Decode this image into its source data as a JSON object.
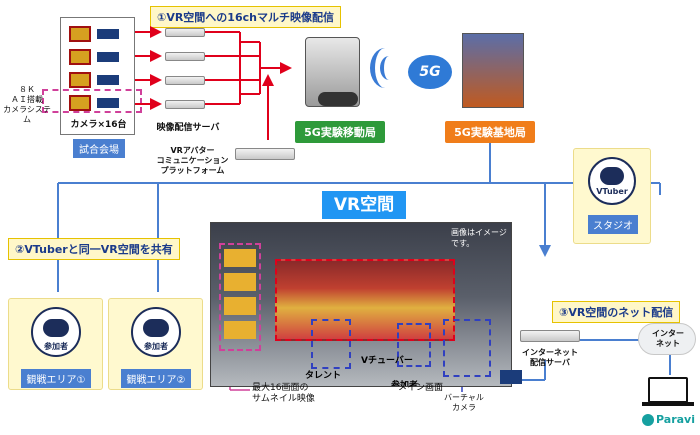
{
  "title_top": "①VR空間への16chマルチ映像配信",
  "camera_label": "カメラ×16台",
  "camera_side": [
    "８Ｋ",
    "ＡＩ搭載",
    "カメラシステム"
  ],
  "server_label": "映像配信サーバ",
  "venue_label": "試合会場",
  "platform_label": [
    "VRアバター",
    "コミュニケーション",
    "プラットフォーム"
  ],
  "mobile_label": "5G実験移動局",
  "base_label": "5G実験基地局",
  "fiveg": "5G",
  "vtuber_text": "VTuber",
  "studio_label": "スタジオ",
  "vr_title": "VR空間",
  "share_title": "②VTuberと同一VR空間を共有",
  "participant_label": "参加者",
  "area1": "観戦エリア①",
  "area2": "観戦エリア②",
  "image_note": "画像はイメージです。",
  "talent": "タレント",
  "vtuber_in_scene": "Vチューバー",
  "participant_scene": "参加者",
  "net_title": "③VR空間のネット配信",
  "internet": [
    "インター",
    "ネット"
  ],
  "net_server": [
    "インターネット",
    "配信サーバ"
  ],
  "paravi": "Paravi",
  "callout_thumb": [
    "最大16画面の",
    "サムネイル映像"
  ],
  "callout_main": "メイン画面",
  "callout_virtual": [
    "バーチャル",
    "カメラ"
  ],
  "colors": {
    "red": "#e0001b",
    "blue_line": "#4a7fd0",
    "dash_magenta": "#d0409a",
    "dash_blue": "#3040c0"
  }
}
